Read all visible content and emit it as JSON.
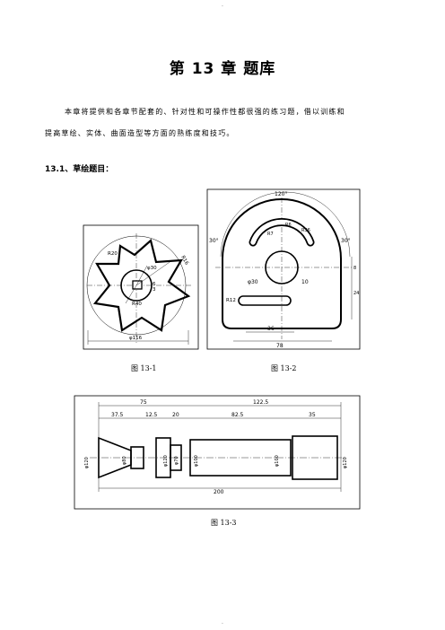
{
  "top_mark": ".",
  "bottom_mark": ".",
  "title": "第 13 章  题库",
  "intro_line1": "本章将提供和各章节配套的、针对性和可操作性都很强的练习题，借以训练和",
  "intro_line2": "提高草绘、实体、曲面造型等方面的熟练度和技巧。",
  "section_heading": "13.1、草绘题目：",
  "figures": {
    "f1": {
      "caption": "图 13-1",
      "dims": {
        "r20": "R20",
        "d30": "φ30",
        "r40": "R40",
        "w6": "6",
        "h3": "3",
        "r16": "R16",
        "d116": "φ116"
      }
    },
    "f2": {
      "caption": "图 13-2",
      "dims": {
        "a120": "120°",
        "a30l": "30°",
        "a30r": "30°",
        "r7": "R7",
        "r6": "R6",
        "r36": "R36",
        "d8": "8",
        "d30": "φ30",
        "r10": "10",
        "d24": "24",
        "r12": "R12",
        "w36": "36",
        "w78": "78"
      }
    },
    "f3": {
      "caption": "图 13-3",
      "dims": {
        "l75": "75",
        "l122": "122.5",
        "l37": "37.5",
        "l12": "12.5",
        "l20": "20",
        "l82": "82.5",
        "l35": "35",
        "d1": "φ120",
        "d2": "φ80",
        "d3": "φ120",
        "d4": "φ70",
        "d5": "φ100",
        "d6": "φ100",
        "d7": "φ120",
        "l200": "200"
      }
    }
  }
}
